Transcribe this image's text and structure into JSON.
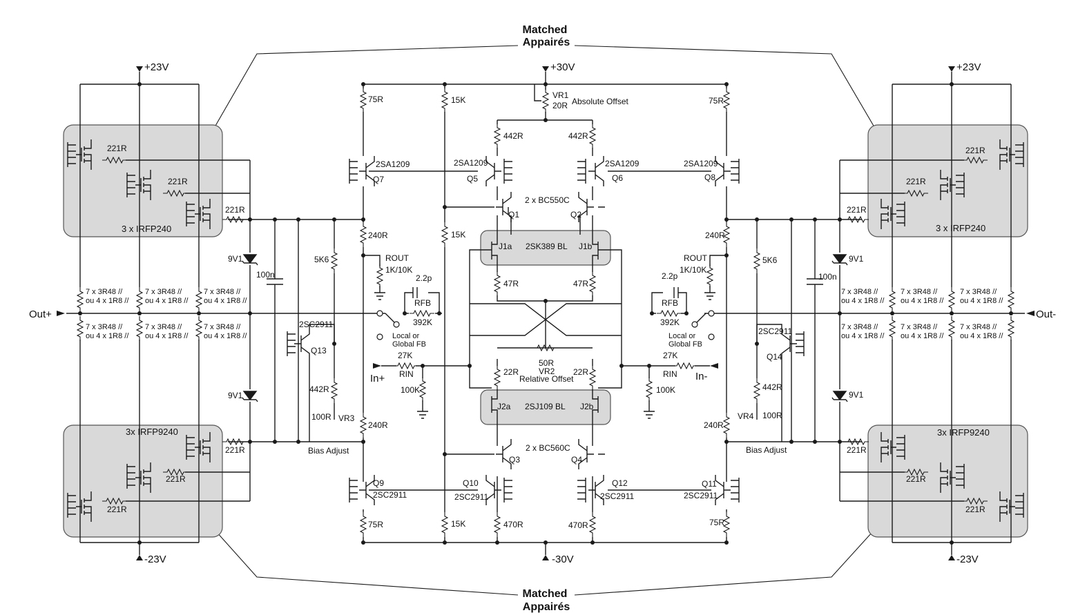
{
  "matched": {
    "line1": "Matched",
    "line2": "Appairés"
  },
  "rails": {
    "pos23": "+23V",
    "neg23": "-23V",
    "pos30": "+30V",
    "neg30": "-30V"
  },
  "io": {
    "out_pos": "Out+",
    "out_neg": "Out-",
    "in_pos": "In+",
    "in_neg": "In-"
  },
  "output_stage": {
    "nmos_label": "3 x  IRFP240",
    "pmos_label": "3x  IRFP9240",
    "gate_resistor": "221R",
    "emitter_res_line1": "7 x 3R48 //",
    "emitter_res_line2": "ou 4 x 1R8 //",
    "zener": "9V1",
    "cap": "100n"
  },
  "vas": {
    "r75": "75R",
    "r15k": "15K",
    "r240": "240R",
    "r470": "470R",
    "r442": "442R",
    "r47": "47R",
    "r22": "22R",
    "r5k6": "5K6",
    "r100": "100R",
    "q_pnp": "2SA1209",
    "q_npn": "2SC2911",
    "q7": "Q7",
    "q5": "Q5",
    "q6": "Q6",
    "q8": "Q8",
    "q9": "Q9",
    "q10": "Q10",
    "q12": "Q12",
    "q11": "Q11",
    "q13": "Q13",
    "q14": "Q14",
    "q1": "Q1",
    "q2": "Q2",
    "q3": "Q3",
    "q4": "Q4",
    "bc550": "2 x BC550C",
    "bc560": "2 x BC560C",
    "vr1": "VR1",
    "vr1_val": "20R",
    "vr1_desc": "Absolute Offset",
    "vr2": "VR2",
    "vr2_val": "50R",
    "vr2_desc": "Relative Offset",
    "vr3": "VR3",
    "vr4": "VR4",
    "bias": "Bias Adjust"
  },
  "jfets": {
    "n_part": "2SK389 BL",
    "p_part": "2SJ109 BL",
    "j1a": "J1a",
    "j1b": "J1b",
    "j2a": "J2a",
    "j2b": "J2b"
  },
  "feedback": {
    "rout": "ROUT",
    "rout_val": "1K/10K",
    "cap": "2.2p",
    "rfb": "RFB",
    "rfb_val": "392K",
    "sw_line1": "Local or",
    "sw_line2": "Global FB",
    "rin_val": "27K",
    "rin": "RIN",
    "r100k": "100K"
  }
}
